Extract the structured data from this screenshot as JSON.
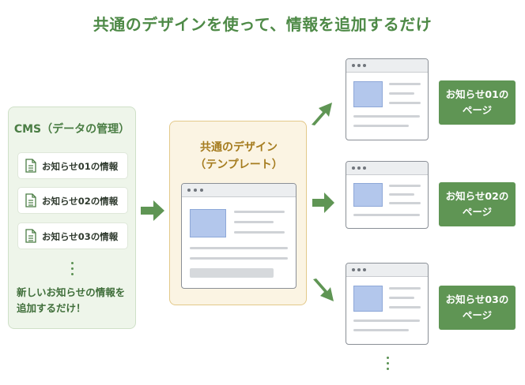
{
  "title": "共通のデザインを使って、情報を追加するだけ",
  "cms": {
    "title": "CMS（データの管理）",
    "items": [
      {
        "label": "お知らせ01の情報",
        "icon": "document-icon"
      },
      {
        "label": "お知らせ02の情報",
        "icon": "document-icon"
      },
      {
        "label": "お知らせ03の情報",
        "icon": "document-icon"
      }
    ],
    "note_line1": "新しいお知らせの情報を",
    "note_line2": "追加するだけ！"
  },
  "template": {
    "title_line1": "共通のデザイン",
    "title_line2": "（テンプレート）"
  },
  "pages": [
    {
      "line1": "お知らせ01の",
      "line2": "ページ"
    },
    {
      "line1": "お知らせ02の",
      "line2": "ページ"
    },
    {
      "line1": "お知らせ03の",
      "line2": "ページ"
    }
  ],
  "colors": {
    "accent_green": "#5f9554",
    "cms_background": "#eef5ea",
    "template_background": "#fbf4e3",
    "template_border": "#e3c98a",
    "image_placeholder": "#b3c7ec"
  }
}
